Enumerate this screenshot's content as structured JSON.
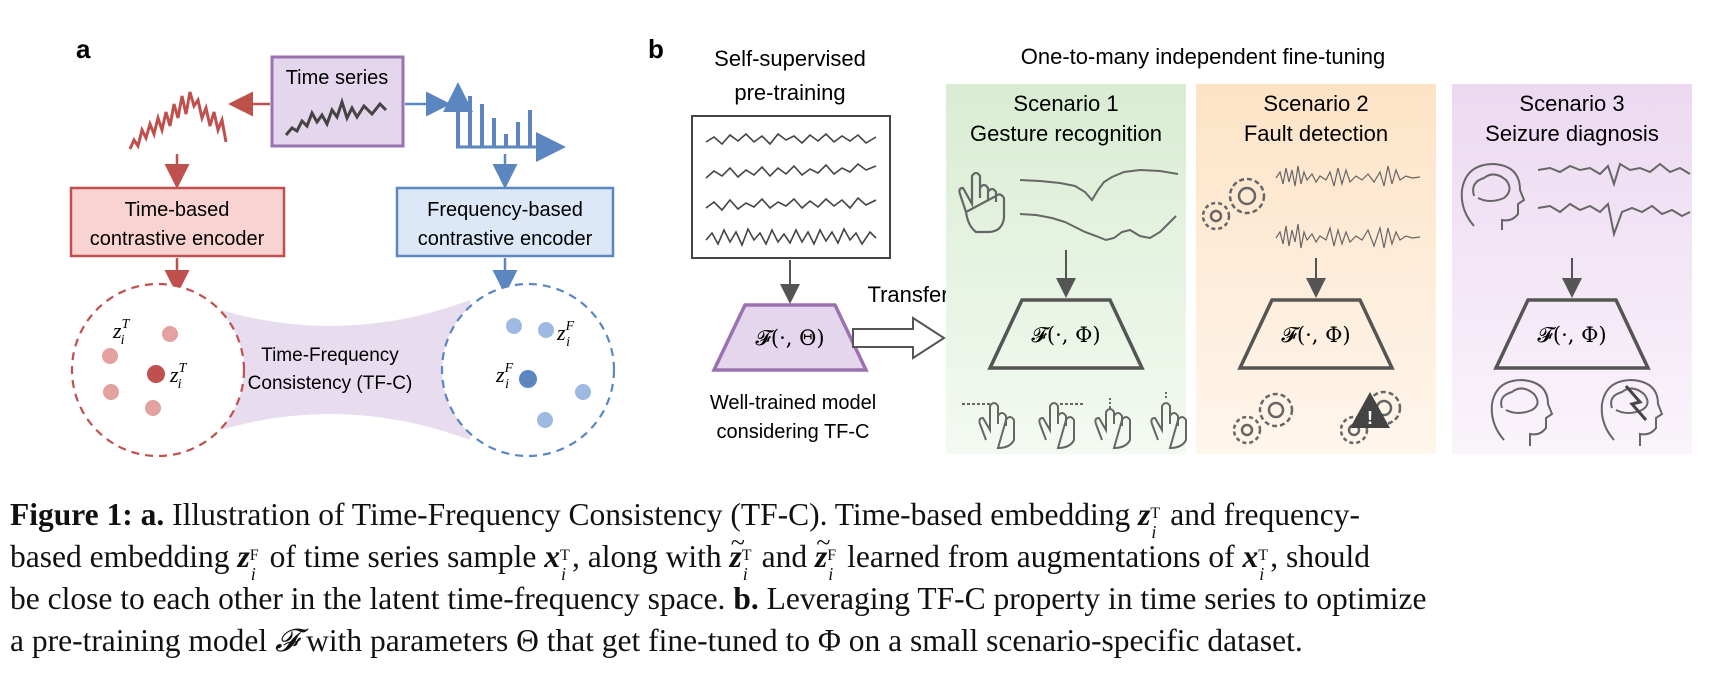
{
  "panel_a": {
    "label": "a",
    "time_series_box": "Time series",
    "time_encoder": [
      "Time-based",
      "contrastive encoder"
    ],
    "freq_encoder": [
      "Frequency-based",
      "contrastive encoder"
    ],
    "consistency": [
      "Time-Frequency",
      "Consistency (TF-C)"
    ],
    "z_time_tilde": "z̃",
    "z_time": "z",
    "z_freq_tilde": "z̃",
    "z_freq": "z",
    "sub_i": "i",
    "sup_T": "T",
    "sup_F": "F"
  },
  "panel_b": {
    "label": "b",
    "pretrain_title": [
      "Self-supervised",
      "pre-training"
    ],
    "model_pre": "𝓕(·, Θ)",
    "transfer": "Transfer",
    "well_trained": [
      "Well-trained model",
      "considering TF-C"
    ],
    "finetune_title": "One-to-many independent fine-tuning",
    "scenarios": [
      {
        "title": "Scenario 1",
        "subtitle": "Gesture recognition",
        "model": "𝓕(·, Φ)"
      },
      {
        "title": "Scenario 2",
        "subtitle": "Fault detection",
        "model": "𝓕(·, Φ)"
      },
      {
        "title": "Scenario 3",
        "subtitle": "Seizure diagnosis",
        "model": "𝓕(·, Φ)"
      }
    ]
  },
  "colors": {
    "red": "#c0504d",
    "red_fill": "#f8d3d1",
    "blue": "#5b86c0",
    "blue_fill": "#dce8f7",
    "purple": "#9b72b0",
    "purple_fill": "#e4d6ec",
    "scenario1_bg": "#e3f1de",
    "scenario2_bg": "#fdebd5",
    "scenario3_bg": "#f0e2f3"
  },
  "caption": {
    "fig_label": "Figure 1:",
    "a_label": "a.",
    "b_label": "b.",
    "l1_a": " Illustration of Time-Frequency Consistency (TF-C). Time-based embedding ",
    "l1_b": " and frequency-",
    "l2_a": "based embedding ",
    "l2_b": " of time series sample ",
    "l2_c": ", along with ",
    "l2_d": " and ",
    "l2_e": " learned from augmentations of ",
    "l2_f": ", should",
    "l3_a": "be close to each other in the latent time-frequency space. ",
    "l3_b": " Leveraging TF-C property in time series to optimize",
    "l4_a": "a pre-training model ",
    "l4_b": " with parameters Θ that get fine-tuned to Φ on a small scenario-specific dataset.",
    "sym_z": "z",
    "sym_x": "x",
    "sym_F": "𝓕",
    "sym_tilde": "~",
    "sym_i": "i",
    "sym_T": "T",
    "sym_Fsup": "F"
  }
}
